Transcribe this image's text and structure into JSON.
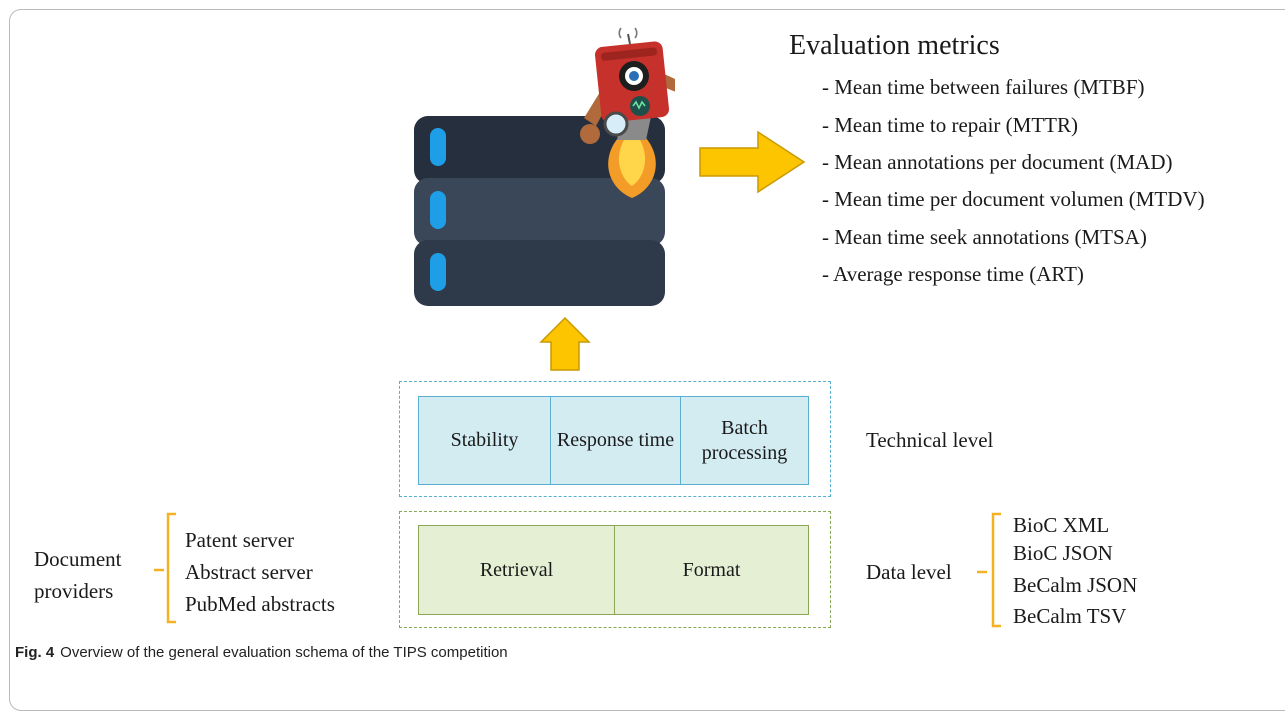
{
  "metrics": {
    "title": "Evaluation metrics",
    "items": [
      "- Mean time between failures (MTBF)",
      "- Mean time to repair (MTTR)",
      "- Mean annotations per document (MAD)",
      "- Mean time per document volumen (MTDV)",
      "- Mean time seek annotations (MTSA)",
      "- Average response time (ART)"
    ]
  },
  "technical": {
    "cells": [
      "Stability",
      "Response time",
      "Batch processing"
    ],
    "label": "Technical level"
  },
  "data_level": {
    "cells": [
      "Retrieval",
      "Format"
    ],
    "label": "Data level",
    "formats": [
      "BioC XML",
      "BioC JSON",
      "BeCalm JSON",
      "BeCalm TSV"
    ]
  },
  "providers": {
    "label": "Document providers",
    "servers": [
      "Patent server",
      "Abstract server",
      "PubMed abstracts"
    ]
  },
  "caption": {
    "label": "Fig. 4",
    "text": "Overview of the general evaluation schema of the TIPS competition"
  },
  "colors": {
    "server_dark": "#252f3d",
    "server_light": "#3a4759",
    "server_led": "#1f9ee8",
    "arrow": "#fdc400",
    "robot_red": "#c6312b",
    "tech_fill": "#d3ecf2",
    "tech_border": "#5aaed0",
    "data_fill": "#e5efd4",
    "data_border": "#8aa657",
    "bracket": "#f4b123"
  },
  "icons": [
    "server-stack-icon",
    "robot-icon",
    "arrow-right-icon",
    "arrow-up-icon"
  ]
}
